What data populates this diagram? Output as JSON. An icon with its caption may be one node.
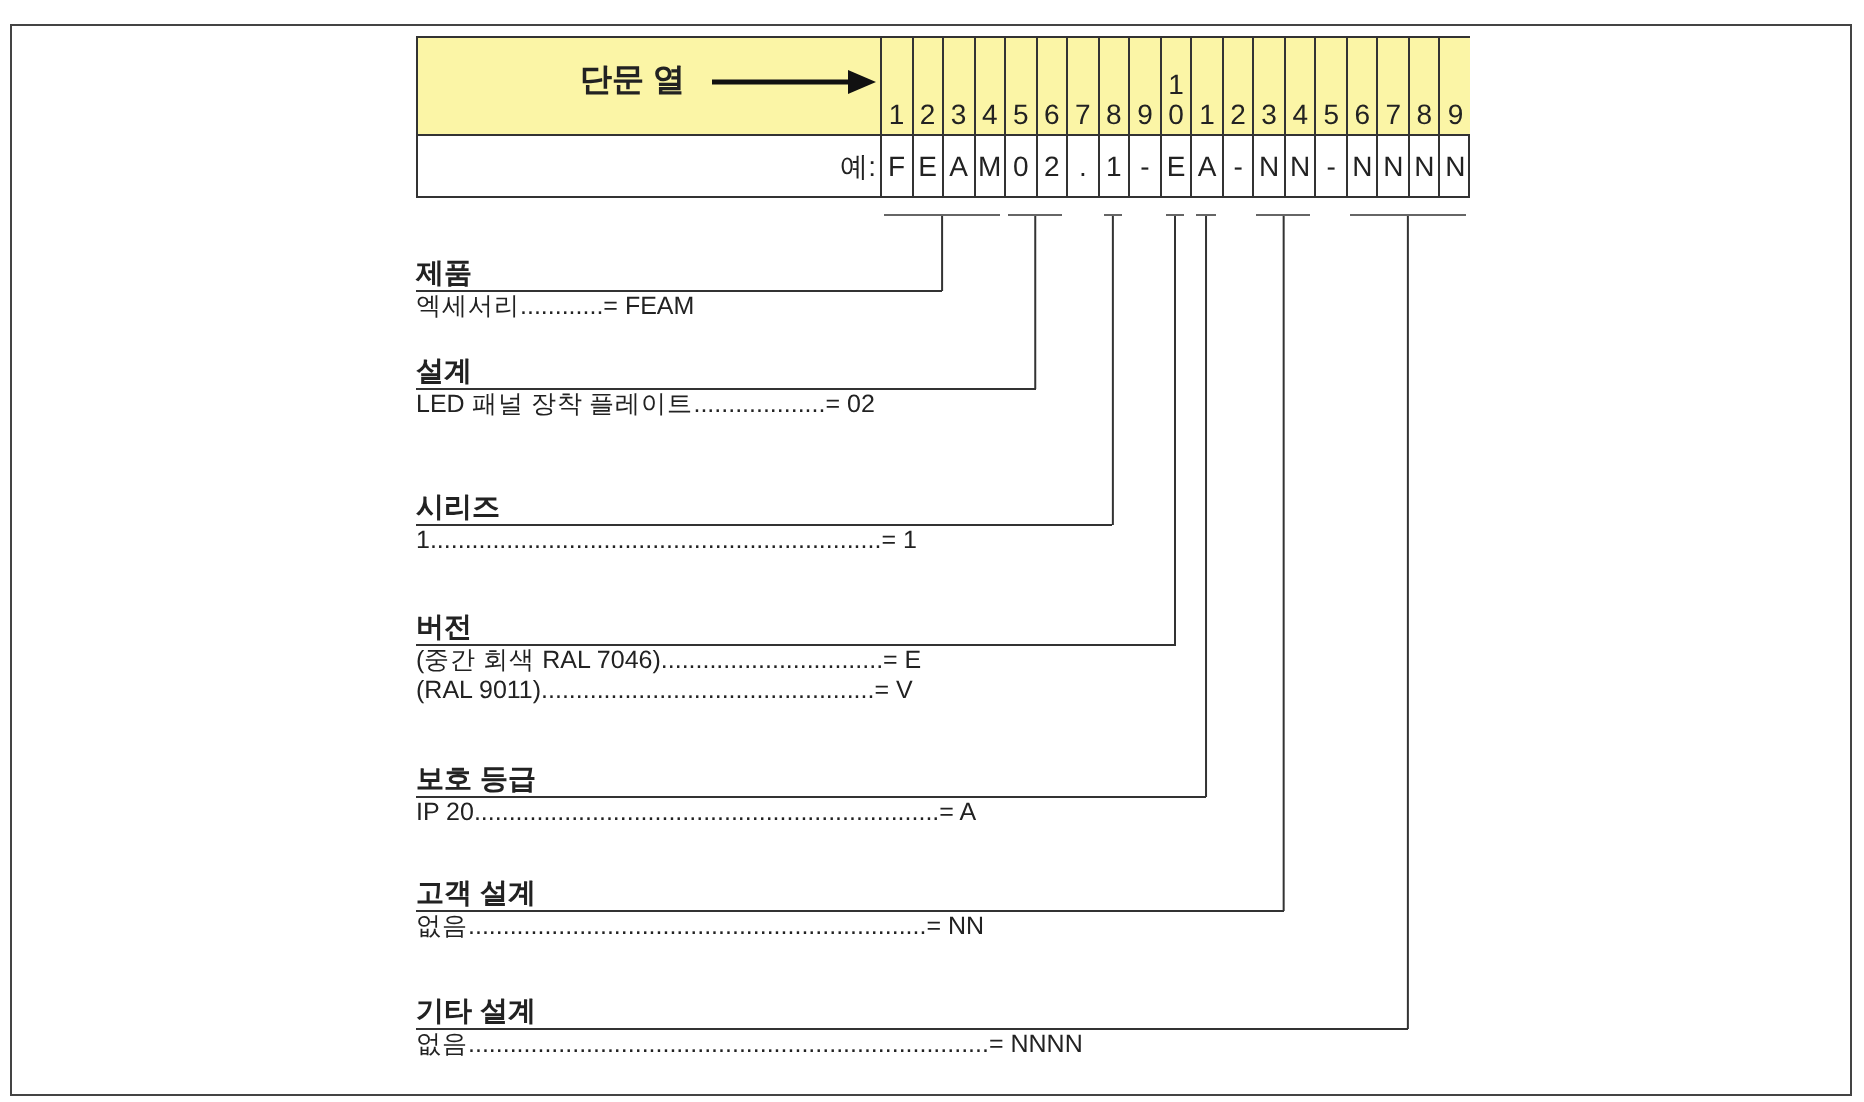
{
  "diagram": {
    "nodes": [
      {
        "text": [],
        "shape": "bar"
      },
      {
        "text": [],
        "shape": "bar"
      },
      {
        "text": [],
        "shape": "bar"
      },
      {
        "text": [],
        "shape": "bar"
      },
      {
        "text": [],
        "shape": "bar"
      },
      {
        "text": [],
        "shape": "bar"
      },
      {
        "text": [],
        "shape": "bar"
      },
      {
        "text": [
          "제품",
          "엑세서리............= FEAM"
        ]
      },
      {
        "text": [
          "설계",
          "LED 패널 장착 플레이트...................= 02"
        ]
      },
      {
        "text": [
          "시리즈",
          "1.................................................................= 1"
        ]
      },
      {
        "text": [
          "버전",
          "(중간 회색 RAL 7046)................................= E",
          "(RAL 9011)................................................= V"
        ]
      },
      {
        "text": [
          "보호 등급",
          "IP 20...................................................................= A"
        ]
      },
      {
        "text": [
          "고객 설계",
          "없음..................................................................= NN"
        ]
      },
      {
        "text": [
          "기타 설계",
          "없음...........................................................................= NNNN"
        ]
      }
    ],
    "edges": [
      {
        "from": 0,
        "to": 7,
        "arrow": "none"
      },
      {
        "from": 1,
        "to": 8,
        "arrow": "none"
      },
      {
        "from": 2,
        "to": 9,
        "arrow": "none"
      },
      {
        "from": 3,
        "to": 10,
        "arrow": "none"
      },
      {
        "from": 4,
        "to": 11,
        "arrow": "none"
      },
      {
        "from": 5,
        "to": 12,
        "arrow": "none"
      },
      {
        "from": 6,
        "to": 13,
        "arrow": "none"
      }
    ],
    "labels": [
      "단문 열",
      "1",
      "2",
      "3",
      "4",
      "5",
      "6",
      "7",
      "8",
      "9",
      "1 0",
      "1",
      "2",
      "3",
      "4",
      "5",
      "6",
      "7",
      "8",
      "9",
      "예:",
      "F",
      "E",
      "A",
      "M",
      "0",
      "2",
      ".",
      "1",
      "-",
      "E",
      "A",
      "-",
      "N",
      "N",
      "-",
      "N",
      "N",
      "N",
      "N"
    ]
  }
}
